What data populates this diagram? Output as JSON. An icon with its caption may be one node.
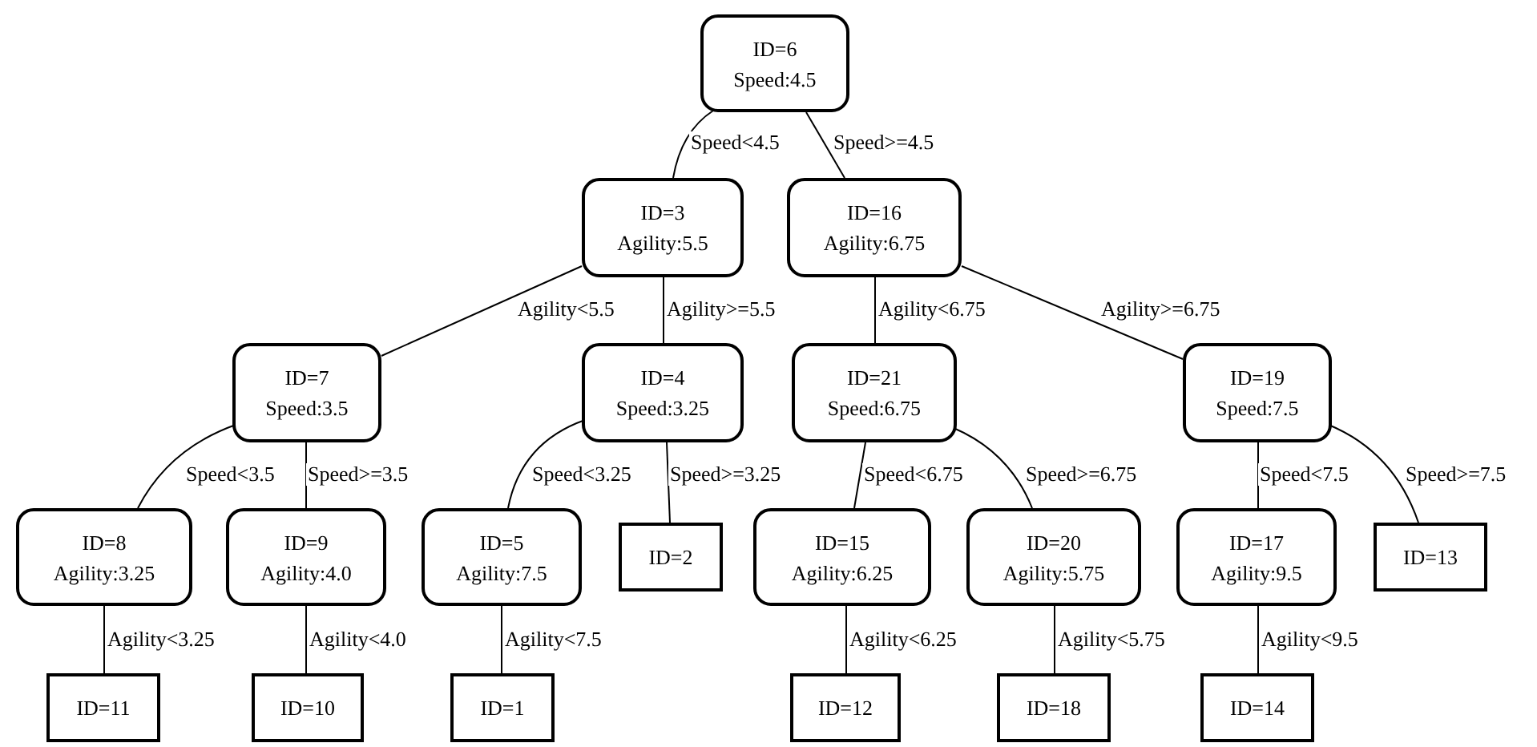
{
  "diagram": {
    "nodes": [
      {
        "text": [
          "ID=6",
          "Speed:4.5"
        ]
      },
      {
        "text": [
          "ID=3",
          "Agility:5.5"
        ]
      },
      {
        "text": [
          "ID=16",
          "Agility:6.75"
        ]
      },
      {
        "text": [
          "ID=7",
          "Speed:3.5"
        ]
      },
      {
        "text": [
          "ID=4",
          "Speed:3.25"
        ]
      },
      {
        "text": [
          "ID=21",
          "Speed:6.75"
        ]
      },
      {
        "text": [
          "ID=19",
          "Speed:7.5"
        ]
      },
      {
        "text": [
          "ID=8",
          "Agility:3.25"
        ]
      },
      {
        "text": [
          "ID=9",
          "Agility:4.0"
        ]
      },
      {
        "text": [
          "ID=5",
          "Agility:7.5"
        ]
      },
      {
        "text": [
          "ID=2"
        ]
      },
      {
        "text": [
          "ID=15",
          "Agility:6.25"
        ]
      },
      {
        "text": [
          "ID=20",
          "Agility:5.75"
        ]
      },
      {
        "text": [
          "ID=17",
          "Agility:9.5"
        ]
      },
      {
        "text": [
          "ID=13"
        ]
      },
      {
        "text": [
          "ID=11"
        ]
      },
      {
        "text": [
          "ID=10"
        ]
      },
      {
        "text": [
          "ID=1"
        ]
      },
      {
        "text": [
          "ID=12"
        ]
      },
      {
        "text": [
          "ID=18"
        ]
      },
      {
        "text": [
          "ID=14"
        ]
      }
    ],
    "edges": [
      {
        "from": 0,
        "to": 1,
        "label": "Speed<4.5",
        "arrow": "none"
      },
      {
        "from": 0,
        "to": 2,
        "label": "Speed>=4.5",
        "arrow": "none"
      },
      {
        "from": 1,
        "to": 3,
        "label": "Agility<5.5",
        "arrow": "none"
      },
      {
        "from": 1,
        "to": 4,
        "label": "Agility>=5.5",
        "arrow": "none"
      },
      {
        "from": 2,
        "to": 5,
        "label": "Agility<6.75",
        "arrow": "none"
      },
      {
        "from": 2,
        "to": 6,
        "label": "Agility>=6.75",
        "arrow": "none"
      },
      {
        "from": 3,
        "to": 7,
        "label": "Speed<3.5",
        "arrow": "none"
      },
      {
        "from": 3,
        "to": 8,
        "label": "Speed>=3.5",
        "arrow": "none"
      },
      {
        "from": 4,
        "to": 9,
        "label": "Speed<3.25",
        "arrow": "none"
      },
      {
        "from": 4,
        "to": 10,
        "label": "Speed>=3.25",
        "arrow": "none"
      },
      {
        "from": 5,
        "to": 11,
        "label": "Speed<6.75",
        "arrow": "none"
      },
      {
        "from": 5,
        "to": 12,
        "label": "Speed>=6.75",
        "arrow": "none"
      },
      {
        "from": 6,
        "to": 13,
        "label": "Speed<7.5",
        "arrow": "none"
      },
      {
        "from": 6,
        "to": 14,
        "label": "Speed>=7.5",
        "arrow": "none"
      },
      {
        "from": 7,
        "to": 15,
        "label": "Agility<3.25",
        "arrow": "none"
      },
      {
        "from": 8,
        "to": 16,
        "label": "Agility<4.0",
        "arrow": "none"
      },
      {
        "from": 9,
        "to": 17,
        "label": "Agility<7.5",
        "arrow": "none"
      },
      {
        "from": 11,
        "to": 18,
        "label": "Agility<6.25",
        "arrow": "none"
      },
      {
        "from": 12,
        "to": 19,
        "label": "Agility<5.75",
        "arrow": "none"
      },
      {
        "from": 13,
        "to": 20,
        "label": "Agility<9.5",
        "arrow": "none"
      }
    ]
  }
}
